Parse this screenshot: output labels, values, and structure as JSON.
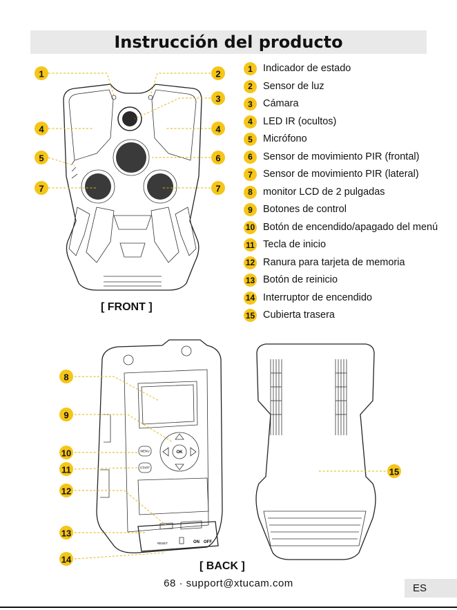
{
  "title": "Instrucción del producto",
  "legend": [
    {
      "num": "1",
      "label": "Indicador de estado"
    },
    {
      "num": "2",
      "label": "Sensor de luz"
    },
    {
      "num": "3",
      "label": "Cámara"
    },
    {
      "num": "4",
      "label": "LED IR (ocultos)"
    },
    {
      "num": "5",
      "label": "Micrófono"
    },
    {
      "num": "6",
      "label": "Sensor de movimiento PIR (frontal)"
    },
    {
      "num": "7",
      "label": "Sensor de movimiento PIR (lateral)"
    },
    {
      "num": "8",
      "label": "monitor LCD de 2 pulgadas"
    },
    {
      "num": "9",
      "label": "Botones de control"
    },
    {
      "num": "10",
      "label": "Botón de encendido/apagado del menú"
    },
    {
      "num": "11",
      "label": "Tecla de inicio"
    },
    {
      "num": "12",
      "label": "Ranura para tarjeta de memoria"
    },
    {
      "num": "13",
      "label": "Botón de reinicio"
    },
    {
      "num": "14",
      "label": "Interruptor de encendido"
    },
    {
      "num": "15",
      "label": "Cubierta trasera"
    }
  ],
  "front_caption": "[ FRONT ]",
  "back_caption": "[ BACK ]",
  "device_labels": {
    "menu": "MENU",
    "start": "START",
    "ok": "OK",
    "reset": "RESET",
    "on": "ON",
    "off": "OFF"
  },
  "callouts": {
    "c1": "1",
    "c2": "2",
    "c3": "3",
    "c4a": "4",
    "c4b": "4",
    "c5": "5",
    "c6": "6",
    "c7a": "7",
    "c7b": "7",
    "c8": "8",
    "c9": "9",
    "c10": "10",
    "c11": "11",
    "c12": "12",
    "c13": "13",
    "c14": "14",
    "c15": "15"
  },
  "footer": "68 · support@xtucam.com",
  "language": "ES",
  "colors": {
    "accent": "#f5c518",
    "title_bg": "#e9e9e9"
  }
}
